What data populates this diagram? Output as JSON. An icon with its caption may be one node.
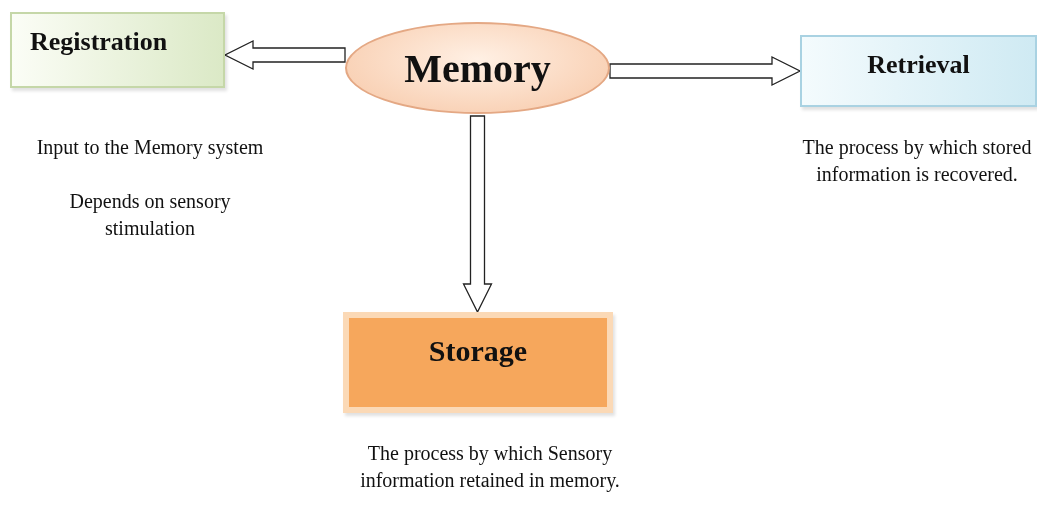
{
  "diagram": {
    "nodes": [
      {
        "text": [
          "Memory"
        ]
      },
      {
        "text": [
          "Registration"
        ],
        "beside": [
          "Input to the Memory system",
          "Depends on sensory stimulation"
        ]
      },
      {
        "text": [
          "Retrieval"
        ],
        "beside": [
          "The process by which stored information is recovered."
        ]
      },
      {
        "text": [
          "Storage"
        ],
        "beside": [
          "The process by which Sensory information retained in memory."
        ]
      }
    ],
    "edges": [
      {
        "from": 0,
        "to": 1,
        "arrow": "to"
      },
      {
        "from": 0,
        "to": 2,
        "arrow": "to"
      },
      {
        "from": 0,
        "to": 3,
        "arrow": "to"
      }
    ]
  }
}
